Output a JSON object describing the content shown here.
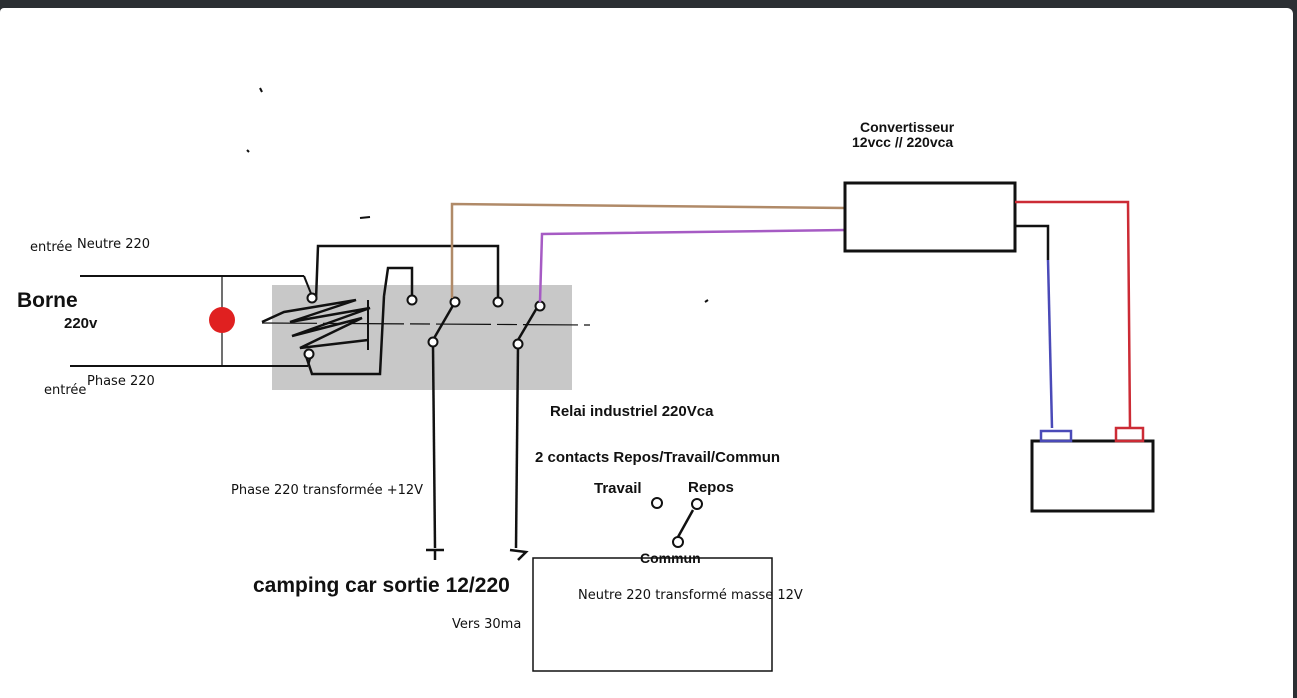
{
  "labels": {
    "entree_neutre_prefix": "entrée",
    "entree_neutre": "Neutre 220",
    "borne": "Borne",
    "borne_voltage": "220v",
    "entree_phase_prefix": "entrée",
    "entree_phase": "Phase 220",
    "convertisseur_line1": "Convertisseur",
    "convertisseur_line2": "12vcc // 220vca",
    "relai": "Relai industriel 220Vca",
    "contacts": "2 contacts Repos/Travail/Commun",
    "travail": "Travail",
    "repos": "Repos",
    "commun": "Commun",
    "phase_transformee": "Phase 220 transformée +12V",
    "camping_car": "camping car sortie 12/220",
    "neutre_transforme": "Neutre 220 transformé masse 12V",
    "vers_30ma": "Vers 30ma"
  },
  "colors": {
    "background_frame": "#2b2f33",
    "canvas": "#ffffff",
    "wire_black": "#111111",
    "wire_brown": "#b08a68",
    "wire_purple": "#a65bc4",
    "wire_red": "#cc2b35",
    "wire_blue": "#4a4ab8",
    "relay_fill": "#c8c8c8",
    "indicator_red": "#e02020"
  }
}
